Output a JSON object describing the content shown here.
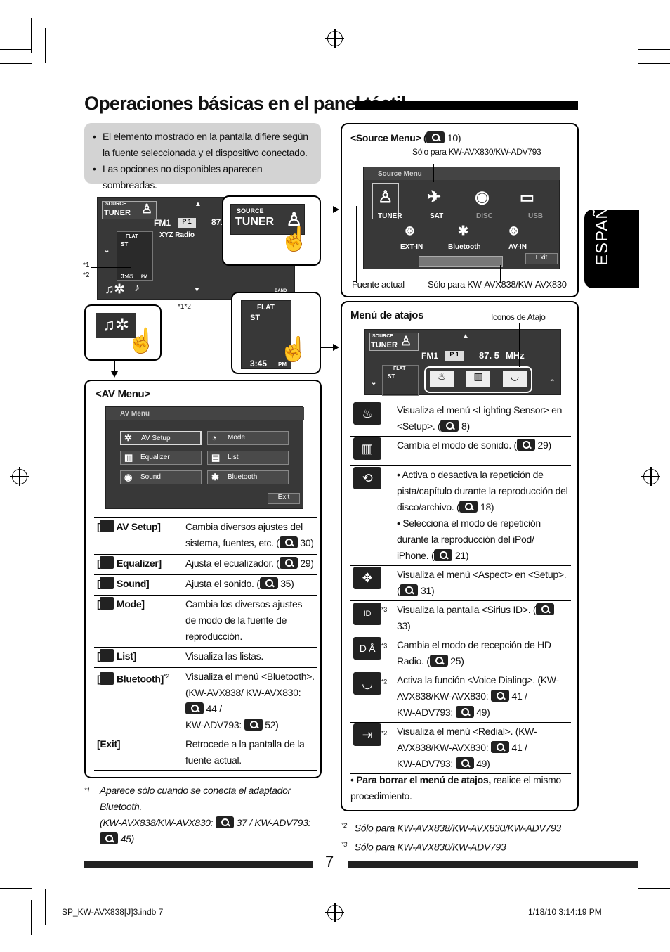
{
  "title": "Operaciones básicas en el panel táctil",
  "language_tab": "ESPAÑOL",
  "notes": [
    "El elemento mostrado en la pantalla difiere según la fuente seleccionada y el dispositivo conectado.",
    "Las opciones no disponibles aparecen sombreadas."
  ],
  "main_screen": {
    "source": "SOURCE",
    "tuner": "TUNER",
    "band": "FM1",
    "preset": "P 1",
    "freq_partial": "87.",
    "station": "XYZ Radio",
    "flat": "FLAT",
    "st": "ST",
    "time": "3:45",
    "pm": "PM",
    "band_btn": "BAND"
  },
  "callouts": {
    "c1": "*1",
    "c2": "*2",
    "c12": "*1*2"
  },
  "zoom_source": {
    "source": "SOURCE",
    "tuner": "TUNER"
  },
  "zoom_flat": {
    "flat": "FLAT",
    "st": "ST",
    "time": "3:45",
    "pm": "PM"
  },
  "source_menu": {
    "heading": "<Source Menu> (",
    "ref": "10)",
    "note_top": "Sólo para KW-AVX830/KW-ADV793",
    "screen_title": "Source Menu",
    "items_row1": [
      "TUNER",
      "SAT",
      "DISC",
      "USB"
    ],
    "items_row2": [
      "EXT-IN",
      "Bluetooth",
      "AV-IN"
    ],
    "exit": "Exit",
    "label_left": "Fuente actual",
    "label_right": "Sólo para KW-AVX838/KW-AVX830"
  },
  "shortcut_menu": {
    "heading": "Menú de atajos",
    "icons_label": "Iconos de Atajo",
    "screen": {
      "source": "SOURCE",
      "tuner": "TUNER",
      "band": "FM1",
      "preset": "P 1",
      "freq": "87. 5",
      "unit": "MHz",
      "flat": "FLAT",
      "st": "ST"
    },
    "rows": [
      {
        "icon": "lighting-sensor-icon",
        "sup": "",
        "text": "Visualiza el menú <Lighting Sensor> en <Setup>. (",
        "ref": "8)"
      },
      {
        "icon": "sound-mode-icon",
        "sup": "",
        "text": "Cambia el modo de sonido. (",
        "ref": "29)"
      },
      {
        "icon": "repeat-icon",
        "sup": "",
        "text": "• Activa o desactiva la repetición de pista/capítulo durante la reproducción del disco/archivo. (",
        "ref": "18)",
        "text2": "• Selecciona el modo de repetición durante la reproducción del iPod/ iPhone. (",
        "ref2": "21)"
      },
      {
        "icon": "aspect-icon",
        "sup": "",
        "text": "Visualiza el menú <Aspect> en <Setup>. (",
        "ref": "31)"
      },
      {
        "icon": "sirius-id-icon",
        "sup": "*3",
        "text": "Visualiza la pantalla <Sirius ID>. (",
        "ref": "33)"
      },
      {
        "icon": "hd-radio-icon",
        "sup": "*3",
        "text": "Cambia el modo de recepción de HD Radio. (",
        "ref": "25)"
      },
      {
        "icon": "voice-dialing-icon",
        "sup": "*2",
        "text": "Activa la función <Voice Dialing>. (KW-AVX838/KW-AVX830:",
        "ref": "41 /",
        "text2": "KW-ADV793:",
        "ref2": "49)"
      },
      {
        "icon": "redial-icon",
        "sup": "*2",
        "text": "Visualiza el menú <Redial>. (KW-AVX838/KW-AVX830:",
        "ref": "41 /",
        "text2": "KW-ADV793:",
        "ref2": "49)"
      }
    ],
    "delete_bold": "Para borrar el menú de atajos,",
    "delete_rest": " realice el mismo procedimiento."
  },
  "av_menu": {
    "heading": "<AV Menu>",
    "screen_title": "AV Menu",
    "buttons": [
      "AV Setup",
      "Mode",
      "Equalizer",
      "List",
      "Sound",
      "Bluetooth"
    ],
    "exit": "Exit",
    "rows": [
      {
        "key": "AV Setup]",
        "sup": "",
        "desc": "Cambia diversos ajustes del sistema, fuentes, etc. (",
        "ref": "30)"
      },
      {
        "key": "Equalizer]",
        "sup": "",
        "desc": "Ajusta el ecualizador. (",
        "ref": "29)"
      },
      {
        "key": "Sound]",
        "sup": "",
        "desc": "Ajusta el sonido. (",
        "ref": "35)"
      },
      {
        "key": "Mode]",
        "sup": "",
        "desc": "Cambia los diversos ajustes de modo de la fuente de reproducción.",
        "ref": ""
      },
      {
        "key": "List]",
        "sup": "",
        "desc": "Visualiza las listas.",
        "ref": ""
      },
      {
        "key": "Bluetooth]",
        "sup": "*2",
        "desc": "Visualiza el menú <Bluetooth>.(KW-AVX838/ KW-AVX830:",
        "ref": "44 /",
        "desc2": "KW-ADV793:",
        "ref2": "52)"
      },
      {
        "key": "[Exit]",
        "sup": "",
        "desc": "Retrocede a la pantalla de la fuente actual.",
        "ref": ""
      }
    ]
  },
  "footnotes_left": {
    "mark": "*1",
    "text": "Aparece sólo cuando se conecta el adaptador Bluetooth.",
    "text2": "(KW-AVX838/KW-AVX830:",
    "ref": "37 / KW-ADV793:",
    "ref2": "45)"
  },
  "footnotes_right": [
    {
      "mark": "*2",
      "text": "Sólo para KW-AVX838/KW-AVX830/KW-ADV793"
    },
    {
      "mark": "*3",
      "text": "Sólo para KW-AVX830/KW-ADV793"
    }
  ],
  "page_number": "7",
  "print_footer": {
    "file": "SP_KW-AVX838[J]3.indb   7",
    "date": "1/18/10   3:14:19 PM"
  }
}
